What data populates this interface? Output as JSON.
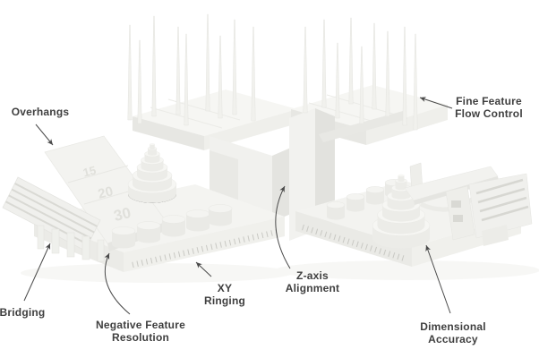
{
  "colors": {
    "background": "#ffffff",
    "label_text": "#3f3f3f",
    "arrow": "#4a4a4a",
    "model_fill": "#f2f2ef",
    "model_shade": "#e5e5e1",
    "model_highlight": "#f6f6f3",
    "tick_marks": "#c8c8c3"
  },
  "callouts": {
    "overhangs": {
      "lines": [
        "Overhangs"
      ]
    },
    "bridging": {
      "lines": [
        "Bridging"
      ]
    },
    "negative_feature_resolution": {
      "lines": [
        "Negative Feature",
        "Resolution"
      ]
    },
    "xy_ringing": {
      "lines": [
        "XY",
        "Ringing"
      ]
    },
    "z_axis_alignment": {
      "lines": [
        "Z-axis",
        "Alignment"
      ]
    },
    "fine_feature_flow_control": {
      "lines": [
        "Fine Feature",
        "Flow Control"
      ]
    },
    "dimensional_accuracy": {
      "lines": [
        "Dimensional",
        "Accuracy"
      ]
    }
  },
  "models": {
    "left": {
      "ramp_marks": [
        "15",
        "20",
        "30"
      ]
    }
  }
}
